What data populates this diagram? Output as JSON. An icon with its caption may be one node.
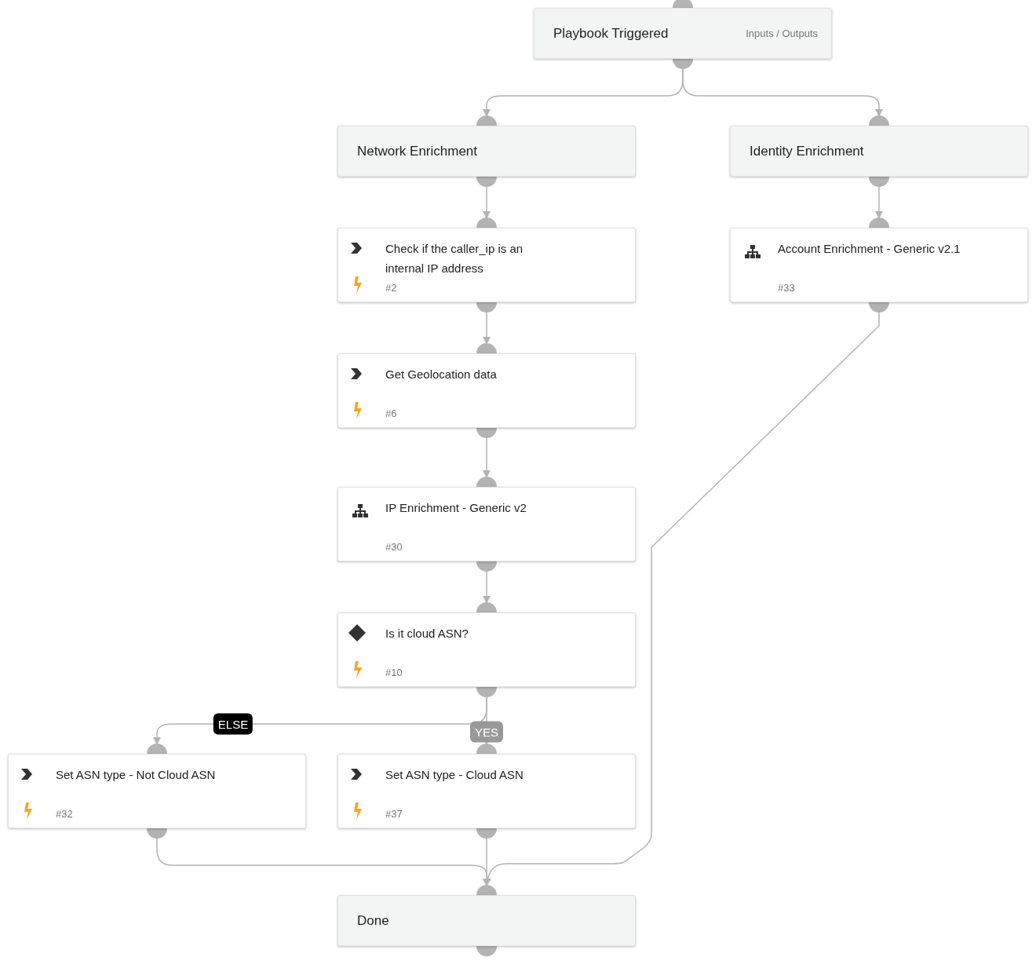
{
  "diagram": {
    "nodes": [
      {
        "text": [
          "Playbook Triggered",
          "Inputs / Outputs"
        ]
      },
      {
        "text": [
          "Network Enrichment"
        ]
      },
      {
        "text": [
          "Identity Enrichment"
        ]
      },
      {
        "text": [
          "Check if the caller_ip is an internal IP address",
          "#2"
        ]
      },
      {
        "text": [
          "Account Enrichment - Generic v2.1",
          "#33"
        ]
      },
      {
        "text": [
          "Get Geolocation data",
          "#6"
        ]
      },
      {
        "text": [
          "IP Enrichment - Generic v2",
          "#30"
        ]
      },
      {
        "text": [
          "Is it cloud ASN?",
          "#10"
        ]
      },
      {
        "text": [
          "Set ASN type - Not Cloud ASN",
          "#32"
        ]
      },
      {
        "text": [
          "Set ASN type - Cloud ASN",
          "#37"
        ]
      },
      {
        "text": [
          "Done"
        ]
      }
    ],
    "edges": [
      {
        "from": 0,
        "to": 1,
        "arrow": "to"
      },
      {
        "from": 0,
        "to": 2,
        "arrow": "to"
      },
      {
        "from": 1,
        "to": 3,
        "arrow": "to"
      },
      {
        "from": 2,
        "to": 4,
        "arrow": "to"
      },
      {
        "from": 3,
        "to": 5,
        "arrow": "to"
      },
      {
        "from": 5,
        "to": 6,
        "arrow": "to"
      },
      {
        "from": 6,
        "to": 7,
        "arrow": "to"
      },
      {
        "from": 7,
        "to": 8,
        "label": "ELSE",
        "arrow": "to"
      },
      {
        "from": 7,
        "to": 9,
        "label": "YES",
        "arrow": "to"
      },
      {
        "from": 8,
        "to": 10,
        "arrow": "to"
      },
      {
        "from": 9,
        "to": 10,
        "arrow": "to"
      },
      {
        "from": 4,
        "to": 10,
        "arrow": "to"
      }
    ]
  }
}
